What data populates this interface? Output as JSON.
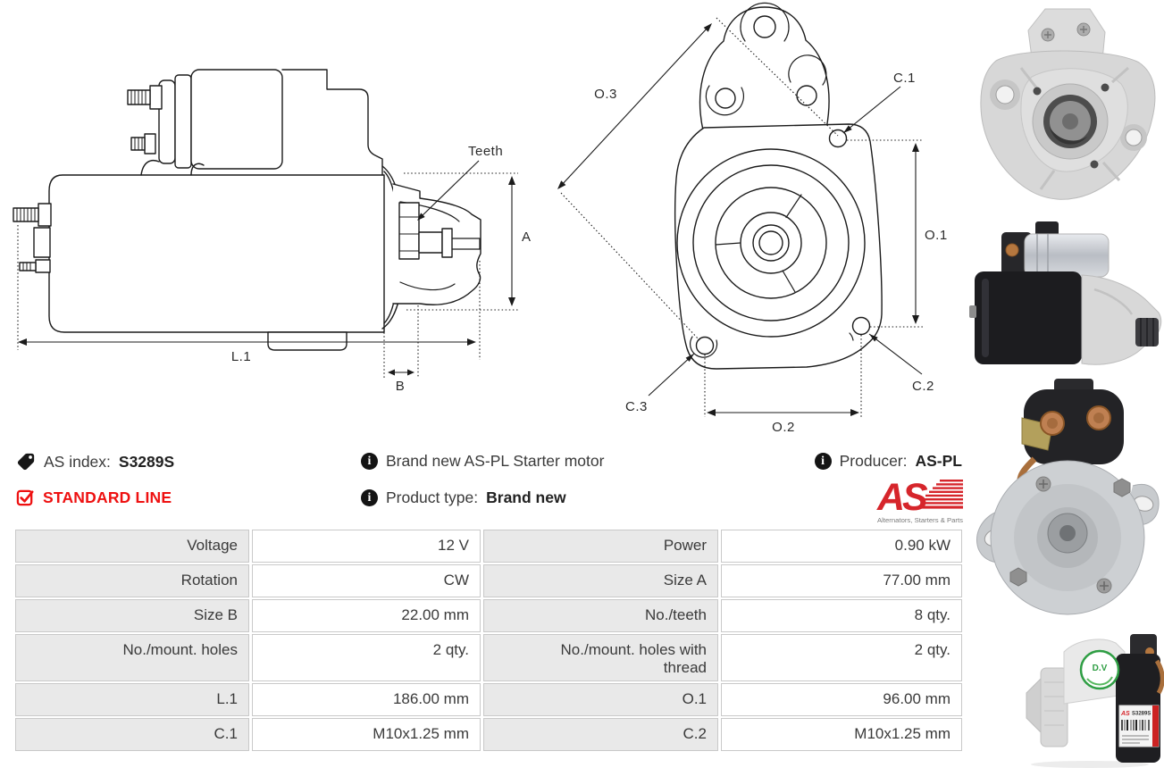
{
  "info": {
    "as_index": {
      "label": "AS index:",
      "value": "S3289S"
    },
    "standard_line": "STANDARD LINE",
    "description": "Brand new AS-PL Starter motor",
    "product_type": {
      "label": "Product type:",
      "value": "Brand new"
    },
    "producer": {
      "label": "Producer:",
      "value": "AS-PL"
    },
    "logo": {
      "text": "AS",
      "tagline": "Alternators, Starters & Parts"
    }
  },
  "icons": {
    "info_glyph": "i"
  },
  "side_drawing": {
    "labels": {
      "teeth": "Teeth",
      "a": "A",
      "l1": "L.1",
      "b": "B"
    }
  },
  "front_drawing": {
    "labels": {
      "o1": "O.1",
      "o2": "O.2",
      "o3": "O.3",
      "c1": "C.1",
      "c2": "C.2",
      "c3": "C.3"
    }
  },
  "spec_table": {
    "rows": [
      {
        "left_label": "Voltage",
        "left_value": "12 V",
        "right_label": "Power",
        "right_value": "0.90 kW"
      },
      {
        "left_label": "Rotation",
        "left_value": "CW",
        "right_label": "Size A",
        "right_value": "77.00 mm"
      },
      {
        "left_label": "Size B",
        "left_value": "22.00 mm",
        "right_label": "No./teeth",
        "right_value": "8 qty."
      },
      {
        "left_label": "No./mount. holes",
        "left_value": "2 qty.",
        "right_label": "No./mount. holes with thread",
        "right_value": "2 qty."
      },
      {
        "left_label": "L.1",
        "left_value": "186.00 mm",
        "right_label": "O.1",
        "right_value": "96.00 mm"
      },
      {
        "left_label": "C.1",
        "left_value": "M10x1.25 mm",
        "right_label": "C.2",
        "right_value": "M10x1.25 mm"
      }
    ]
  },
  "photos": {
    "label_code": "S3289S",
    "badge_text": "D.V"
  },
  "colors": {
    "accent_red": "#ee1111",
    "logo_red": "#d6252b",
    "drawing_line": "#1b1b1b",
    "table_label_bg": "#e9e9e9",
    "table_border": "#c9c9c9"
  }
}
